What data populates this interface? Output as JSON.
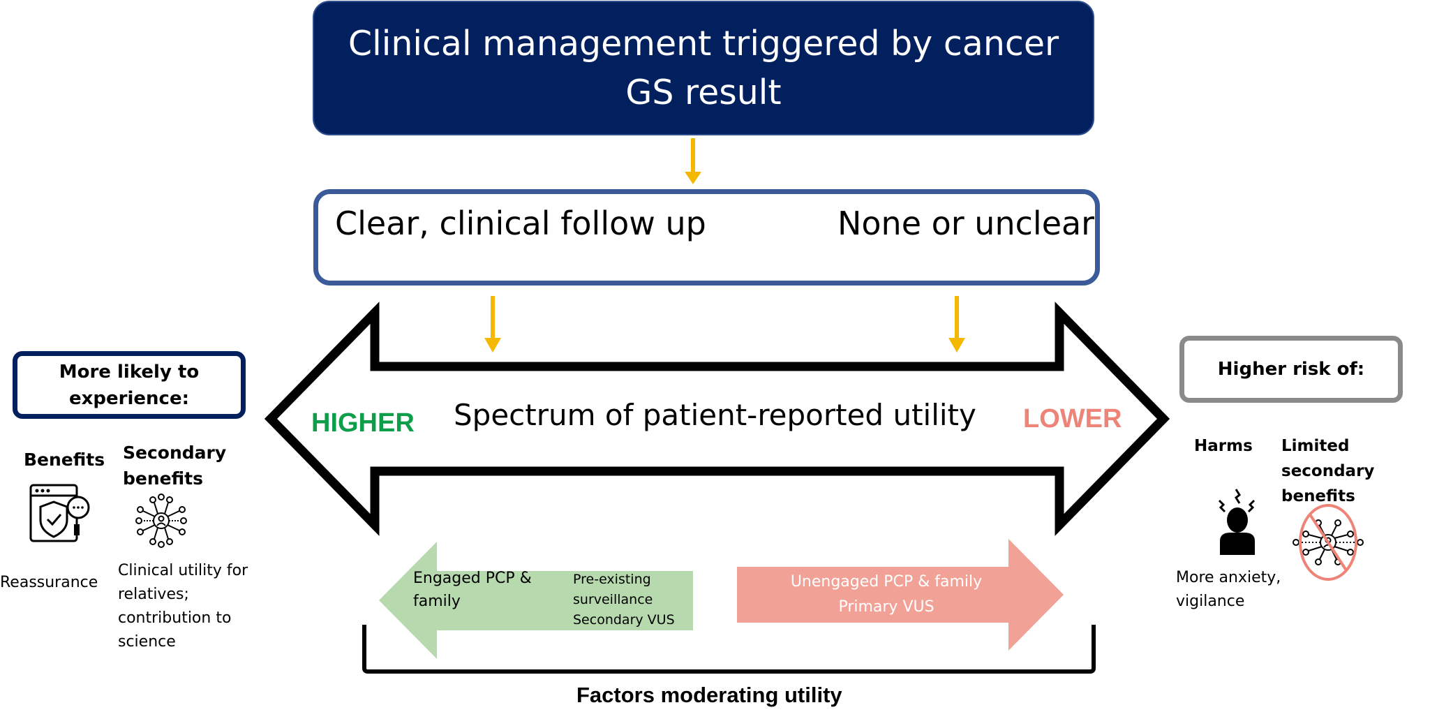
{
  "title": "Clinical management triggered by cancer GS result",
  "follow_up": {
    "left": "Clear, clinical follow up",
    "right": "None or unclear"
  },
  "spectrum": {
    "label": "Spectrum of patient-reported utility",
    "higher": "HIGHER",
    "lower": "LOWER"
  },
  "left_panel": {
    "heading": "More likely to experience:",
    "benefits": "Benefits",
    "secondary_benefits": "Secondary benefits",
    "reassurance": "Reassurance",
    "clinical_utility": "Clinical utility for relatives; contribution to science"
  },
  "right_panel": {
    "heading": "Higher risk of:",
    "harms": "Harms",
    "limited_secondary_benefits": "Limited secondary benefits",
    "anxiety": "More anxiety, vigilance"
  },
  "moderators": {
    "engaged": "Engaged PCP & family",
    "preexisting": "Pre-existing surveillance",
    "secondary_vus": "Secondary VUS",
    "unengaged": "Unengaged PCP & family",
    "primary_vus": "Primary VUS",
    "label": "Factors moderating utility"
  },
  "colors": {
    "navy": "#03205e",
    "border_blue": "#3a5a9a",
    "arrow_gold": "#f5b800",
    "green": "#0e9e4a",
    "green_arrow": "#b7d9ae",
    "salmon": "#ee8377",
    "salmon_arrow": "#f2a196",
    "gray": "#8a8a8a"
  },
  "icons": [
    "shield-check-icon",
    "network-person-icon",
    "stressed-person-icon",
    "crossed-network-icon"
  ]
}
